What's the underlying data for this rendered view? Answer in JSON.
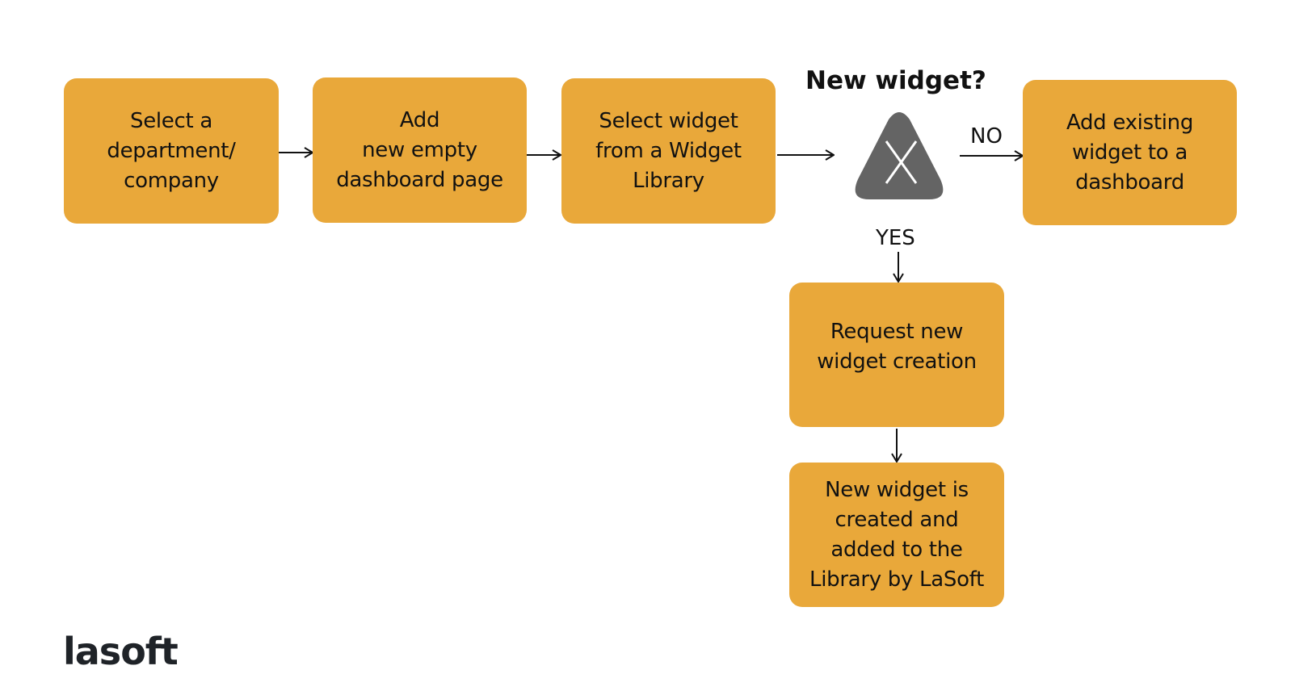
{
  "steps": [
    {
      "text": "Select a\ndepartment/\ncompany"
    },
    {
      "text": "Add\nnew empty\ndashboard page"
    },
    {
      "text": "Select widget\nfrom a Widget\nLibrary"
    },
    {
      "text": "Add existing\nwidget to a\ndashboard"
    },
    {
      "text": "Request new\nwidget creation"
    },
    {
      "text": "New widget is\ncreated and\nadded to the\nLibrary by LaSoft"
    }
  ],
  "decision": {
    "question": "New widget?",
    "icon": "x-triangle-icon",
    "no_label": "NO",
    "yes_label": "YES"
  },
  "colors": {
    "box": "#E9A83A",
    "decision": "#646464"
  },
  "logo": "lasoft"
}
